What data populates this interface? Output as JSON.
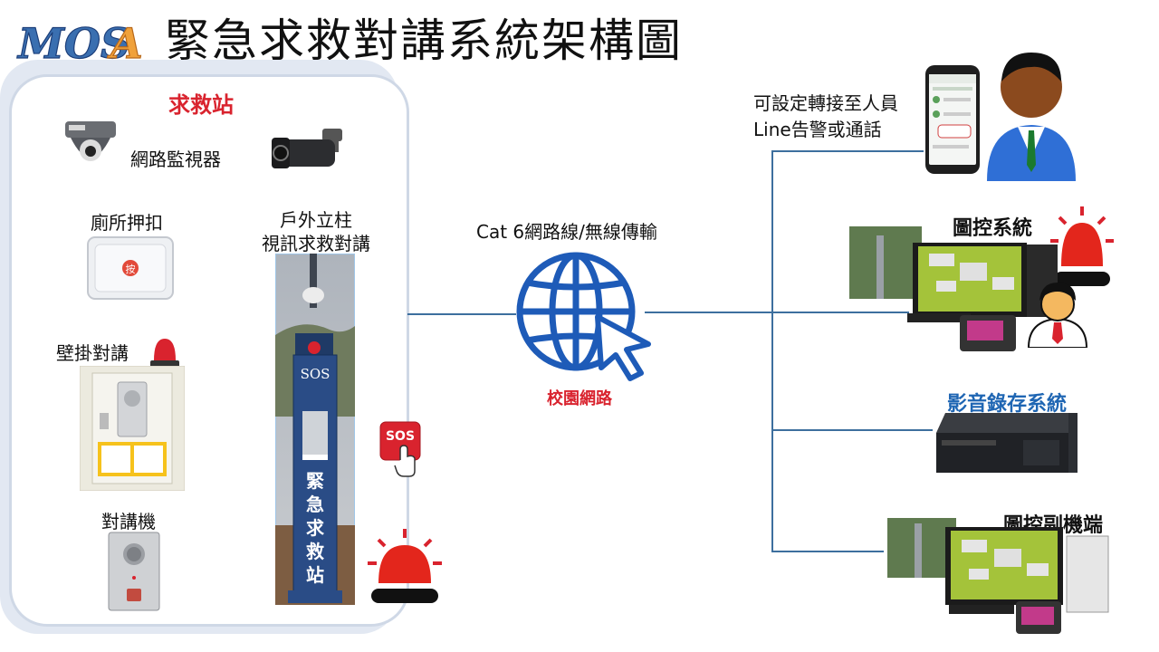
{
  "logo": {
    "text": "MOSA"
  },
  "title": "緊急求救對講系統架構圖",
  "station": {
    "heading": "求救站",
    "ip_camera": "網路監視器",
    "toilet_button": "廁所押扣",
    "outdoor_pillar": "戶外立柱\n視訊求救對講",
    "wall_intercom": "壁掛對講",
    "intercom": "對講機"
  },
  "pillar": {
    "sos": "SOS",
    "vertical_text": [
      "緊",
      "急",
      "求",
      "救",
      "站"
    ]
  },
  "sos_button": {
    "text": "SOS"
  },
  "network": {
    "cable_label": "Cat 6網路線/無線傳輸",
    "campus_label": "校園網路"
  },
  "mobile_notify": {
    "text": "可設定轉接至人員\nLine告警或通話"
  },
  "graphic_control": {
    "label": "圖控系統"
  },
  "recording": {
    "label": "影音錄存系統"
  },
  "sub_station": {
    "label": "圖控副機端"
  },
  "colors": {
    "accent_red": "#d9232e",
    "accent_blue": "#1f66b3",
    "line_blue": "#3d6f9e"
  }
}
